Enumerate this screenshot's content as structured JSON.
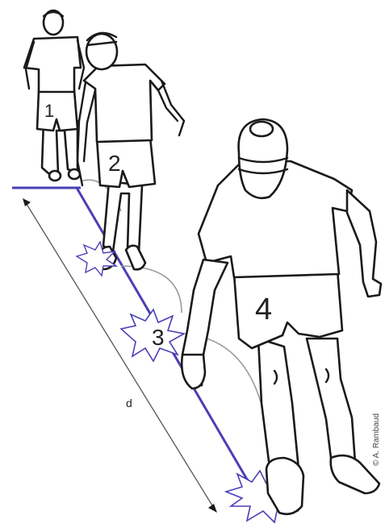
{
  "runners": [
    {
      "label": "1"
    },
    {
      "label": "2"
    },
    {
      "label": "3"
    },
    {
      "label": "4"
    }
  ],
  "distance_label": "d",
  "credit": "© A. Rambaud",
  "colors": {
    "line": "#4a3fb5",
    "ink": "#1a1a1a",
    "arc": "#9a9a9a",
    "background": "#ffffff"
  }
}
